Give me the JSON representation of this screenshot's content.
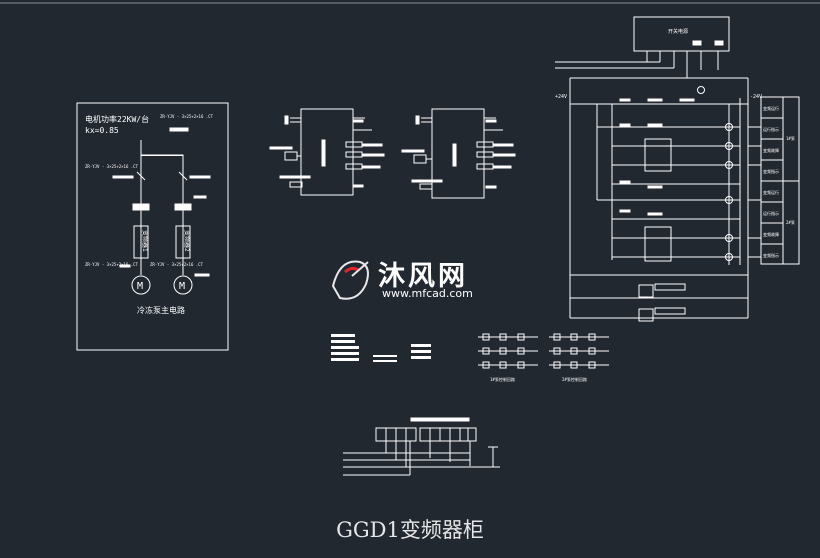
{
  "caption": "GGD1变频器柜",
  "watermark": {
    "brand": "沐风网",
    "url": "www.mfcad.com"
  },
  "main_circuit": {
    "power_text": "电机功率22KW/台",
    "kx_text": "kx=0.85",
    "cable_label_top": "ZR-YJV - 3×25+2×16 .CT",
    "cable_label_mid": "ZR-YJV - 3×25+2×16 .CT",
    "cable_label_left": "ZR-YJV - 3×25+2×16 .CT",
    "cable_label_right": "ZR-YJV - 3×25+2×16 .CT",
    "vfd1_label": "变频器1",
    "vfd2_label": "变频器2",
    "motor_symbol": "M",
    "title": "冷冻泵主电路"
  },
  "control_circuit": {
    "top_box_label": "开关电源",
    "plus_24v": "+24V",
    "minus_24v": "-24V",
    "group1_tag": "1#泵",
    "group2_tag": "2#泵",
    "indicators": [
      "变频运行",
      "运行指示",
      "变频故障",
      "变频指示",
      "变频运行",
      "运行指示",
      "变频故障",
      "变频指示"
    ]
  },
  "small_labels": {
    "mid_left": "1#泵控制回路",
    "mid_right": "2#泵控制回路"
  },
  "colors": {
    "background": "#212830",
    "lines": "#ffffff",
    "watermark": "#e4232a"
  }
}
